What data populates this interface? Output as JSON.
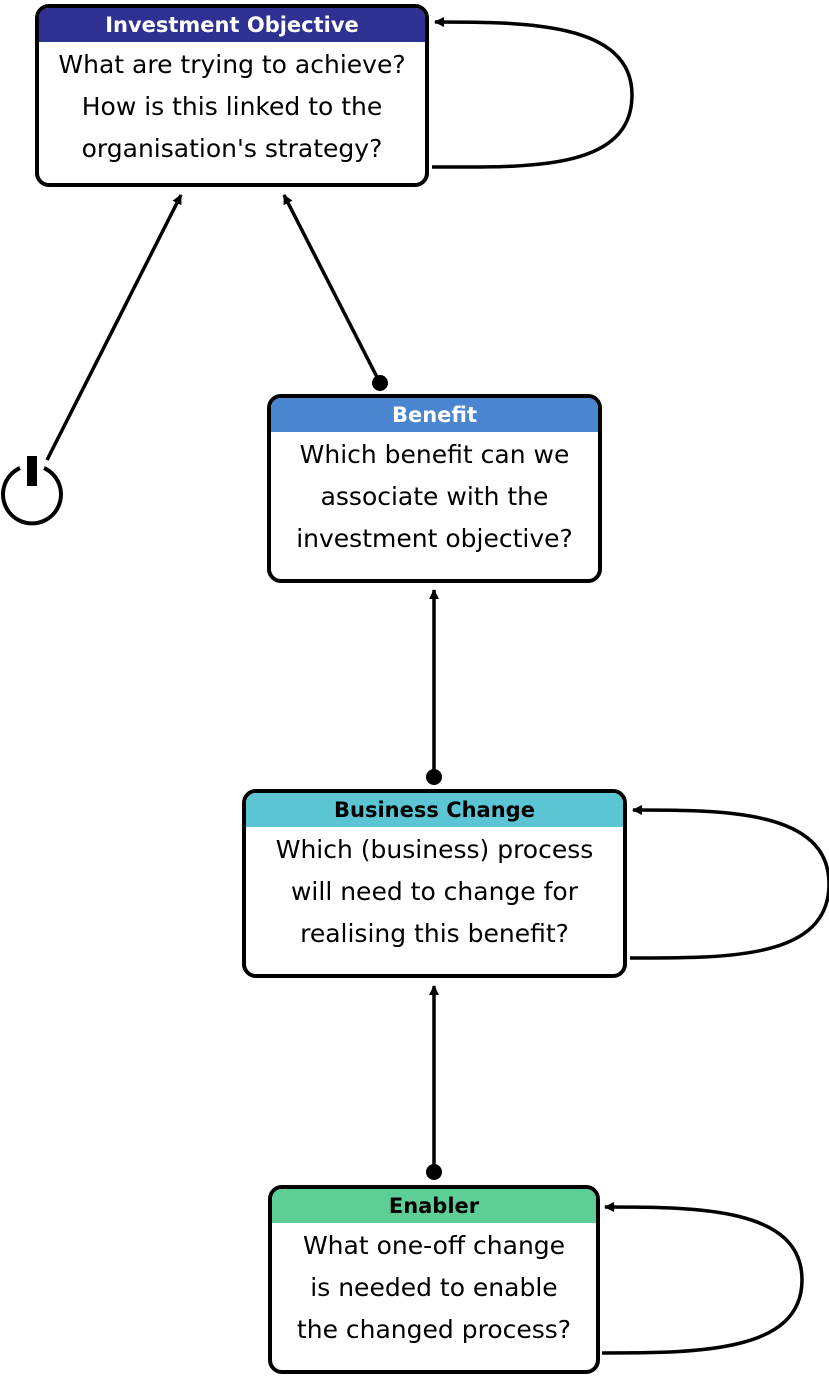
{
  "nodes": {
    "investment_objective": {
      "title": "Investment Objective",
      "header_color": "#2E3192",
      "title_color": "#FFFFFF",
      "lines": [
        "What are trying to achieve?",
        "How is this linked to the",
        "organisation's strategy?"
      ]
    },
    "benefit": {
      "title": "Benefit",
      "header_color": "#4A86D0",
      "title_color": "#FFFFFF",
      "lines": [
        "Which benefit can we",
        "associate with the",
        "investment objective?"
      ]
    },
    "business_change": {
      "title": "Business Change",
      "header_color": "#5BC5D3",
      "title_color": "#000000",
      "lines": [
        "Which (business) process",
        "will need to change for",
        "realising this benefit?"
      ]
    },
    "enabler": {
      "title": "Enabler",
      "header_color": "#5DCF96",
      "title_color": "#000000",
      "lines": [
        "What one-off change",
        "is needed to enable",
        "the changed process?"
      ]
    }
  },
  "icons": {
    "start": "power-icon"
  }
}
